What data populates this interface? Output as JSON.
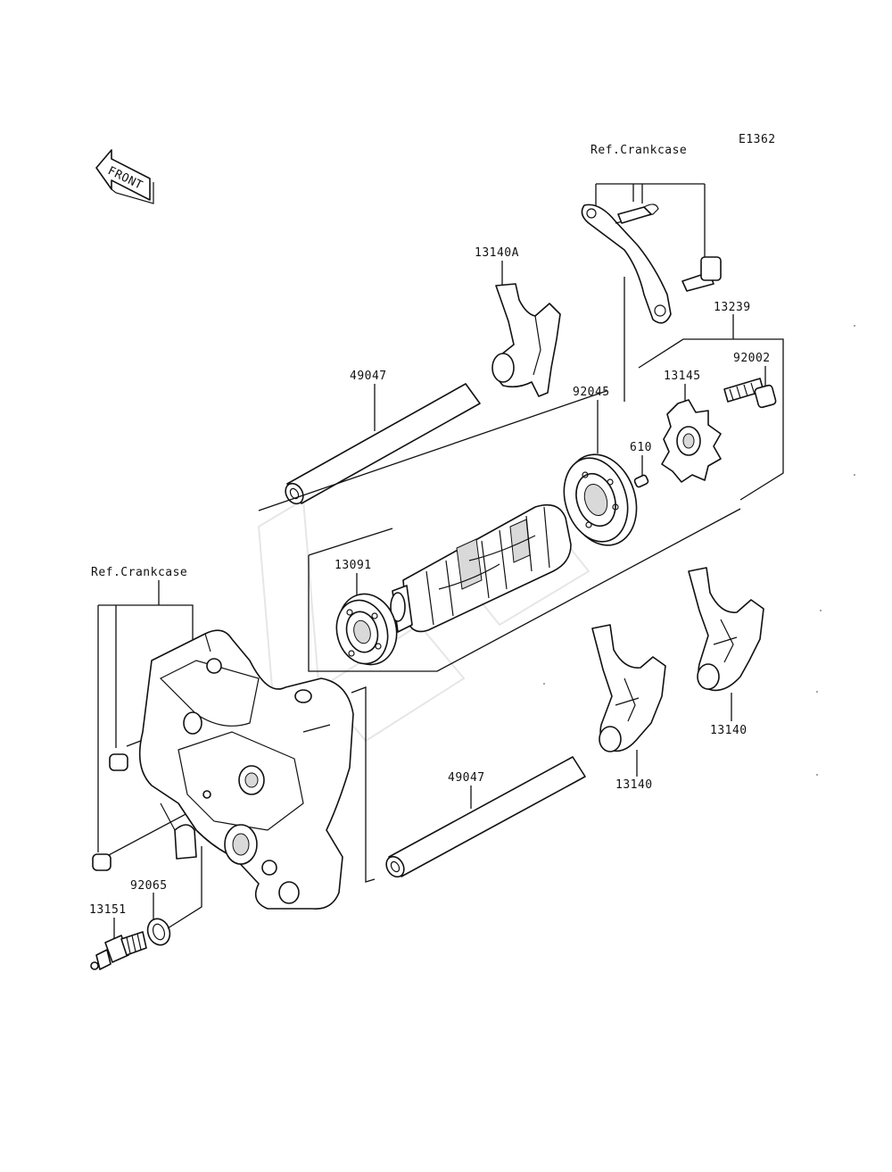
{
  "diagram_code": "E1362",
  "front_label": "FRONT",
  "labels": {
    "ref_crankcase_top": "Ref.Crankcase",
    "ref_crankcase_left": "Ref.Crankcase",
    "p13140A": "13140A",
    "p49047_top": "49047",
    "p49047_bottom": "49047",
    "p92045": "92045",
    "p610": "610",
    "p13145": "13145",
    "p13239": "13239",
    "p92002": "92002",
    "p13091": "13091",
    "p13140_left": "13140",
    "p13140_right": "13140",
    "p92065": "92065",
    "p13151": "13151"
  }
}
